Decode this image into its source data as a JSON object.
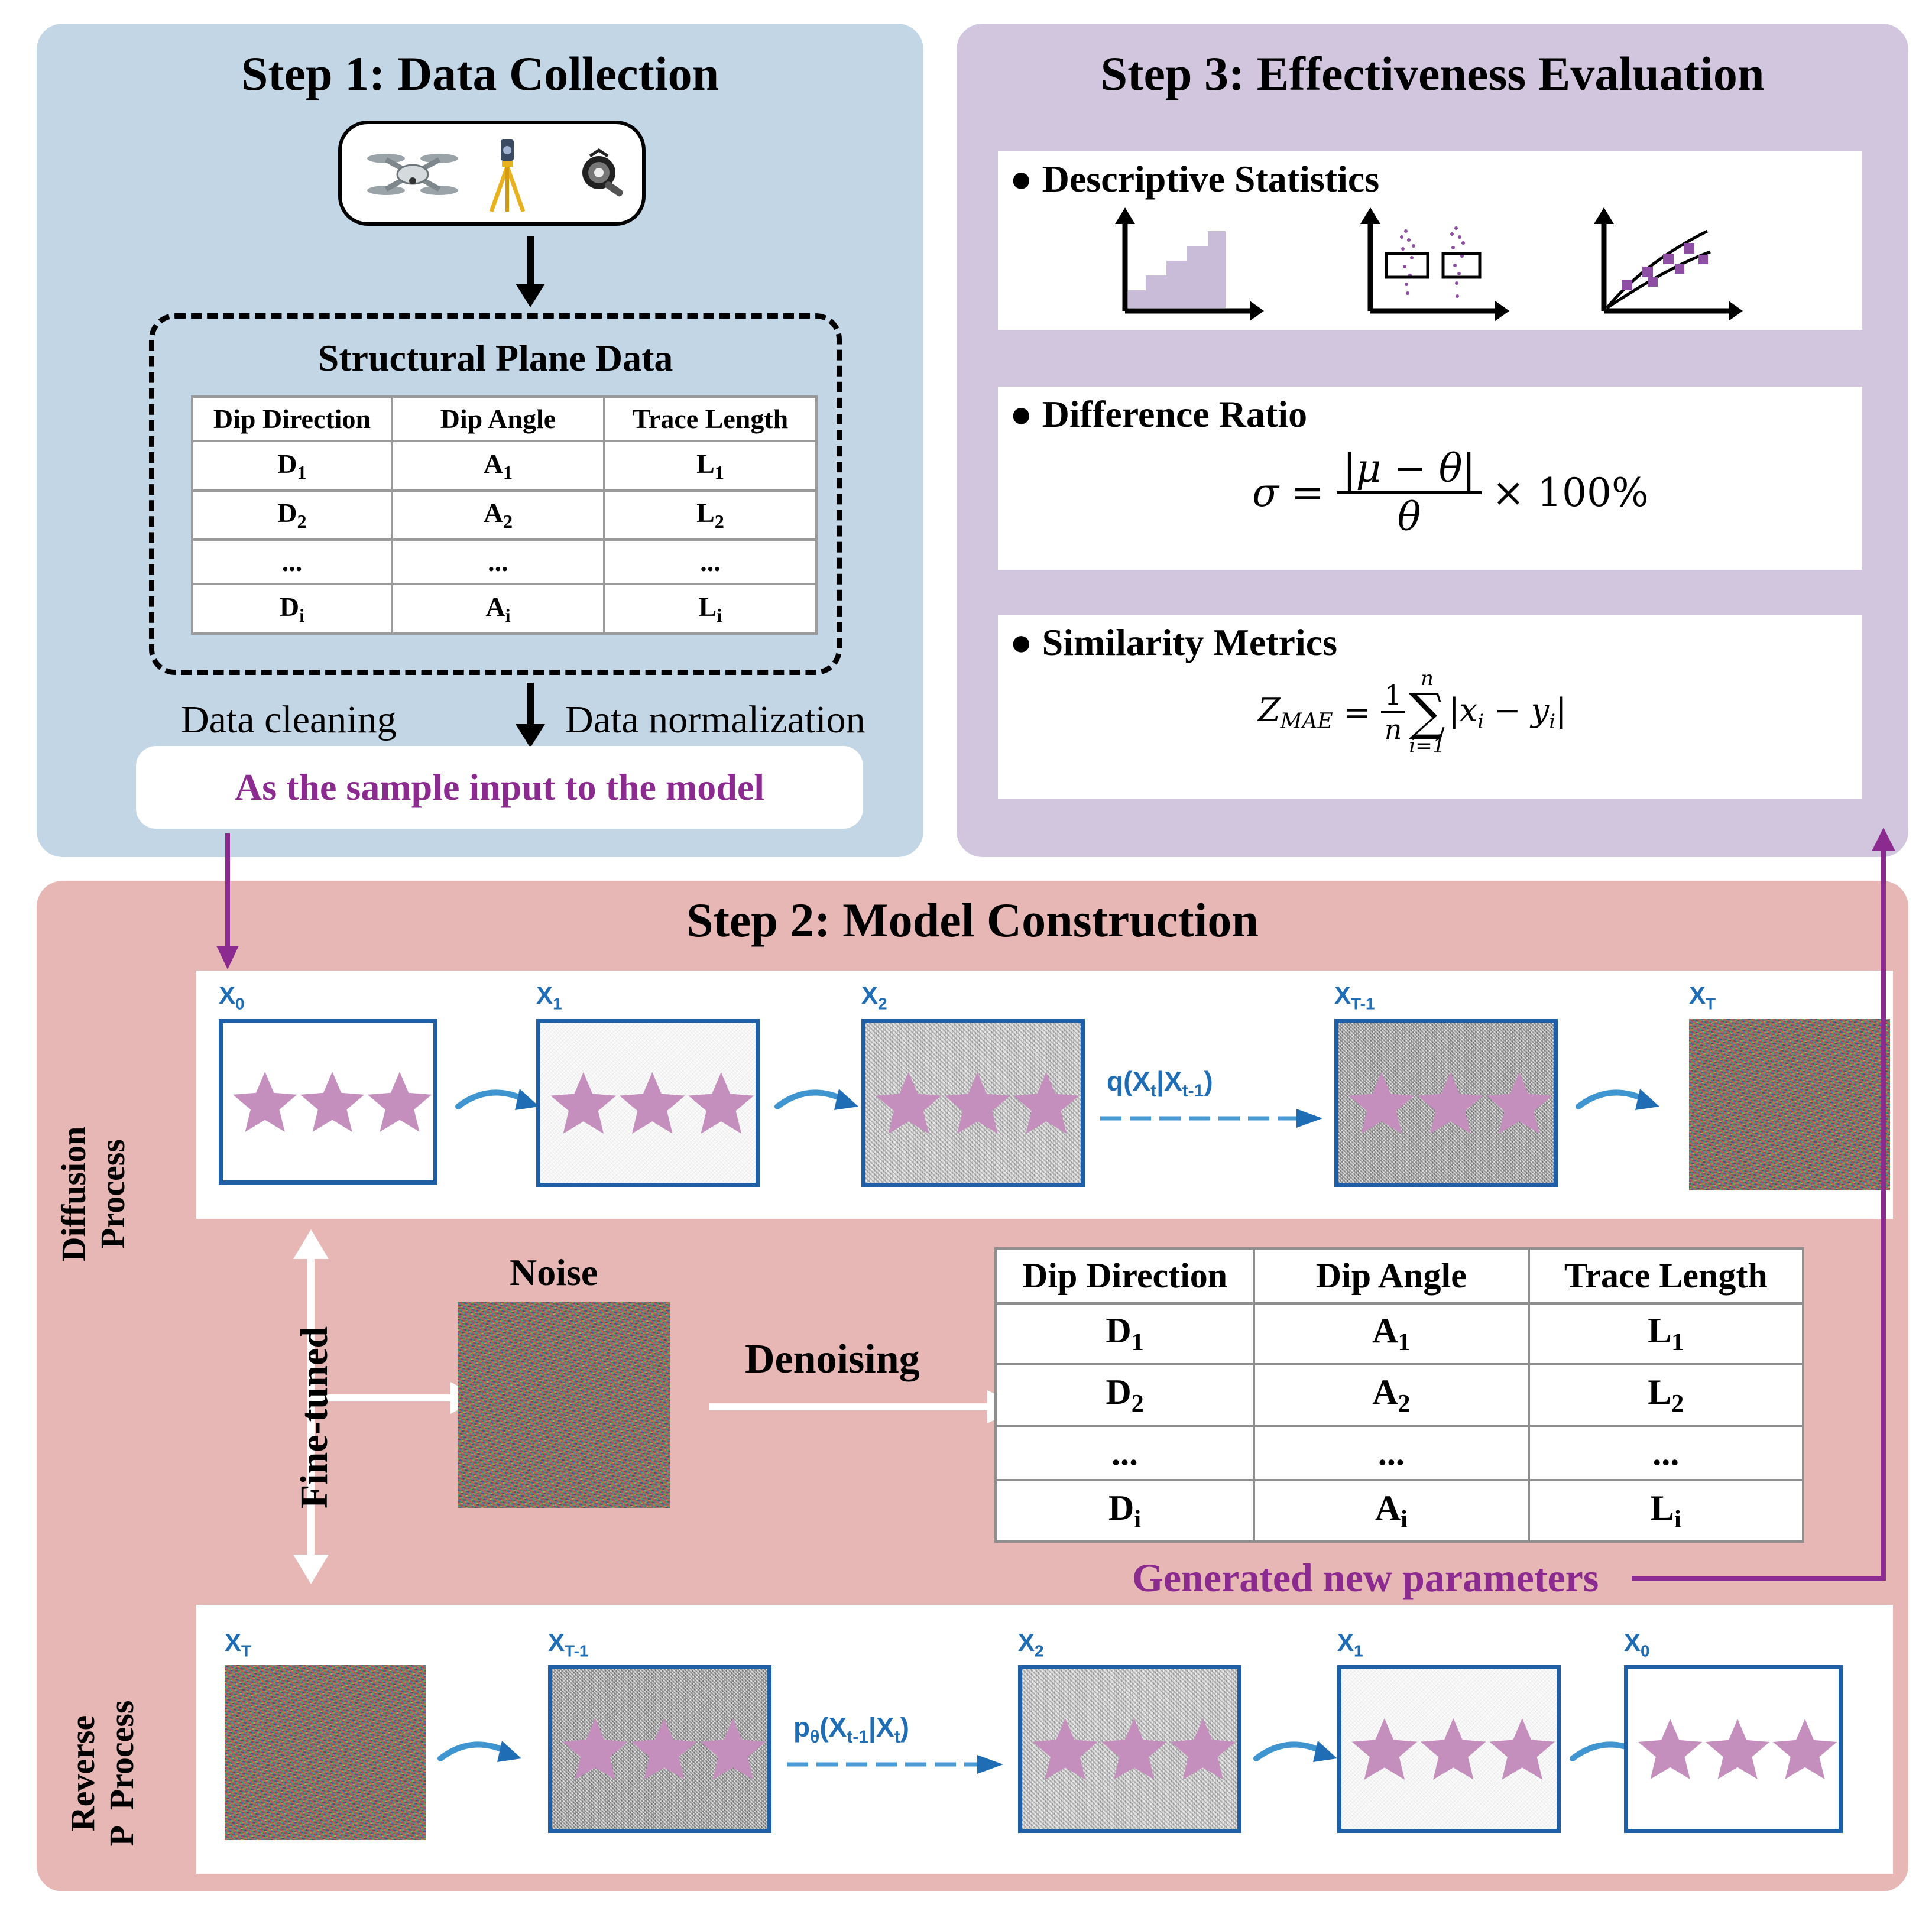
{
  "step1": {
    "title": "Step 1: Data Collection",
    "devices": [
      "drone-icon",
      "total-station-icon",
      "compass-icon"
    ],
    "data_box_title": "Structural Plane Data",
    "table": {
      "headers": [
        "Dip Direction",
        "Dip Angle",
        "Trace Length"
      ],
      "rows": [
        [
          {
            "b": "D",
            "s": "1"
          },
          {
            "b": "A",
            "s": "1"
          },
          {
            "b": "L",
            "s": "1"
          }
        ],
        [
          {
            "b": "D",
            "s": "2"
          },
          {
            "b": "A",
            "s": "2"
          },
          {
            "b": "L",
            "s": "2"
          }
        ],
        [
          {
            "b": "...",
            "s": ""
          },
          {
            "b": "...",
            "s": ""
          },
          {
            "b": "...",
            "s": ""
          }
        ],
        [
          {
            "b": "D",
            "s": "i"
          },
          {
            "b": "A",
            "s": "i"
          },
          {
            "b": "L",
            "s": "i"
          }
        ]
      ]
    },
    "left_note": "Data cleaning",
    "right_note": "Data normalization",
    "sample_input": "As the sample input to the model"
  },
  "step3": {
    "title": "Step 3: Effectiveness Evaluation",
    "descriptive": "● Descriptive Statistics",
    "difference": "● Difference Ratio",
    "similarity": "● Similarity Metrics",
    "formula1": {
      "lhs": "σ =",
      "num": "|μ − θ|",
      "den": "θ",
      "tail": "× 100%"
    },
    "formula2": {
      "lhs": "Z",
      "lhs_sub": "MAE",
      "eq": "=",
      "frac_num": "1",
      "frac_den": "n",
      "sum_top": "n",
      "sum_bot": "i=1",
      "body": "|x",
      "body_sub1": "i",
      "mid": " − y",
      "body_sub2": "i",
      "end": "|"
    }
  },
  "step2": {
    "title": "Step 2: Model Construction",
    "diffusion_label": [
      "Diffusion",
      "Process"
    ],
    "reverse_label": [
      "Reverse",
      "P  Process"
    ],
    "fine_tuned": "Fine-tuned",
    "noise": "Noise",
    "denoising": "Denoising",
    "generated": "Generated new parameters",
    "forward_labels": [
      {
        "b": "X",
        "s": "0"
      },
      {
        "b": "X",
        "s": "1"
      },
      {
        "b": "X",
        "s": "2"
      },
      {
        "b": "X",
        "s": "T-1"
      },
      {
        "b": "X",
        "s": "T"
      }
    ],
    "reverse_labels": [
      {
        "b": "X",
        "s": "T"
      },
      {
        "b": "X",
        "s": "T-1"
      },
      {
        "b": "X",
        "s": "2"
      },
      {
        "b": "X",
        "s": "1"
      },
      {
        "b": "X",
        "s": "0"
      }
    ],
    "q_formula": {
      "a": "q(X",
      "s1": "t",
      "b": "|X",
      "s2": "t-1",
      "c": ")"
    },
    "p_formula": {
      "a": "p",
      "s0": "θ",
      "b": "(X",
      "s1": "t-1",
      "c": "|X",
      "s2": "t",
      "d": ")"
    },
    "table": {
      "headers": [
        "Dip Direction",
        "Dip Angle",
        "Trace Length"
      ],
      "rows": [
        [
          {
            "b": "D",
            "s": "1"
          },
          {
            "b": "A",
            "s": "1"
          },
          {
            "b": "L",
            "s": "1"
          }
        ],
        [
          {
            "b": "D",
            "s": "2"
          },
          {
            "b": "A",
            "s": "2"
          },
          {
            "b": "L",
            "s": "2"
          }
        ],
        [
          {
            "b": "...",
            "s": ""
          },
          {
            "b": "...",
            "s": ""
          },
          {
            "b": "...",
            "s": ""
          }
        ],
        [
          {
            "b": "D",
            "s": "i"
          },
          {
            "b": "A",
            "s": "i"
          },
          {
            "b": "L",
            "s": "i"
          }
        ]
      ]
    }
  },
  "colors": {
    "step1_bg": "#c3d6e6",
    "step2_bg": "#e6b7b4",
    "step3_bg": "#d1c6de",
    "purple": "#8b2a8f",
    "blue": "#1f6db5",
    "star": "#c58fbd"
  }
}
